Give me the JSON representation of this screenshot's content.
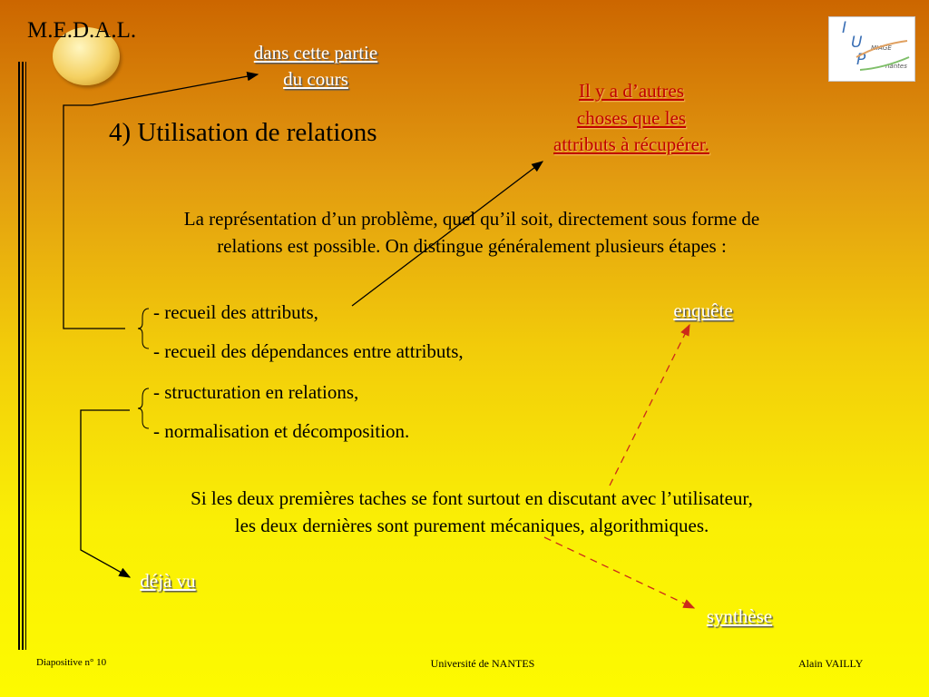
{
  "header": {
    "title": "M.E.D.A.L."
  },
  "logo": {
    "letters": [
      "I",
      "U",
      "P"
    ],
    "small_words": [
      "MIAGE",
      "nantes"
    ]
  },
  "links": {
    "dans": [
      "dans cette partie",
      "du cours"
    ],
    "autres": [
      "Il y a d’autres",
      "choses que les",
      "attributs à récupérer."
    ],
    "enquete": "enquête",
    "deja_vu": "déjà vu",
    "synthese": "synthèse"
  },
  "main": {
    "heading": "4) Utilisation de relations",
    "intro": [
      "La représentation d’un problème, quel qu’il soit, directement sous forme de",
      "relations est possible. On distingue généralement plusieurs étapes :"
    ],
    "steps": [
      "- recueil des attributs,",
      "- recueil des dépendances entre attributs,",
      "- structuration en relations,",
      "- normalisation et décomposition."
    ],
    "outro": [
      "Si les deux premières taches se font surtout en discutant avec l’utilisateur,",
      "les deux dernières sont purement mécaniques, algorithmiques."
    ]
  },
  "footer": {
    "slide": "Diapositive n° 10",
    "university": "Université de NANTES",
    "author": "Alain VAILLY"
  },
  "colors": {
    "link_white": "#ffffff",
    "link_red": "#c00000",
    "arrow_black": "#000000",
    "arrow_red": "#cc2a1a"
  }
}
